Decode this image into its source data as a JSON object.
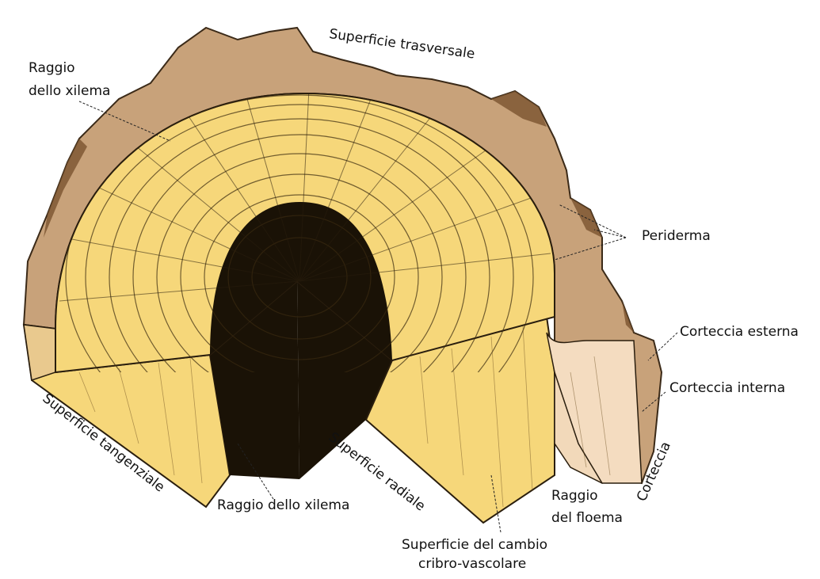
{
  "colors": {
    "wood": "#f6d77a",
    "wood_light": "#f8dfa0",
    "wood_dark": "#1a1206",
    "bark": "#c8a27a",
    "bark_dark": "#7a5430",
    "inner_bark": "#f2d9ba",
    "text": "#111111"
  },
  "labels": {
    "superficie_trasversale": "Superficie trasversale",
    "raggio_xilema_top_1": "Raggio",
    "raggio_xilema_top_2": "dello xilema",
    "periderma": "Periderma",
    "corteccia_esterna": "Corteccia esterna",
    "corteccia_interna": "Corteccia interna",
    "corteccia": "Corteccia",
    "superficie_tangenziale": "Superficie tangenziale",
    "raggio_xilema_bottom": "Raggio dello xilema",
    "superficie_radiale": "Superficie radiale",
    "raggio_floema_1": "Raggio",
    "raggio_floema_2": "del floema",
    "cambio_1": "Superficie del cambio",
    "cambio_2": "cribro-vascolare"
  }
}
